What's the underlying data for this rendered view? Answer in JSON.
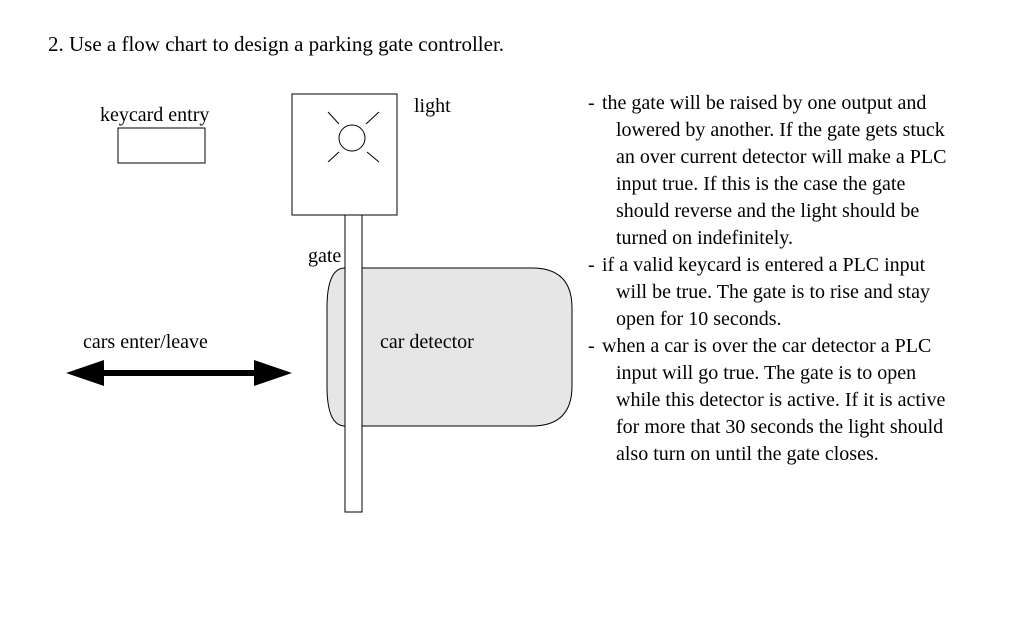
{
  "question": "2. Use a flow chart to design a parking gate controller.",
  "diagram": {
    "keycard_label": "keycard entry",
    "light_label": "light",
    "gate_label": "gate",
    "detector_label": "car detector",
    "traffic_label": "cars enter/leave"
  },
  "notes": [
    {
      "bullet": "-",
      "text": "the gate will be raised by one output and lowered by another. If the gate gets stuck an over current detector will make a PLC input true. If this is the case the gate should reverse and the light should be turned on indefinitely."
    },
    {
      "bullet": "-",
      "text": "if a valid keycard is entered a PLC input will be true. The gate is to rise and stay open for 10 seconds."
    },
    {
      "bullet": "-",
      "text": "when a car is over the car detector a PLC input will go true. The gate is to open while this detector is active. If it is active for more that 30 seconds the light should also turn on until the gate closes."
    }
  ]
}
